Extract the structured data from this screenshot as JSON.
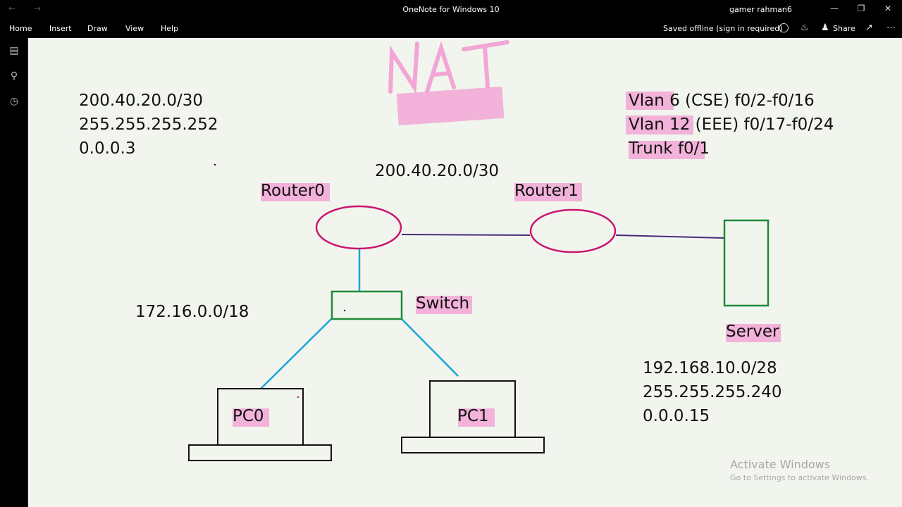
{
  "window": {
    "title": "OneNote for Windows 10",
    "user": "gamer rahman6"
  },
  "ribbon": {
    "tabs": [
      "Home",
      "Insert",
      "Draw",
      "View",
      "Help"
    ],
    "status": "Saved offline (sign in required)",
    "share_label": "Share"
  },
  "note": {
    "heading": "NAT",
    "wan_block": [
      "200.40.20.0/30",
      "255.255.255.252",
      "0.0.0.3"
    ],
    "vlan_lines": [
      "Vlan 6 (CSE) f0/2-f0/16",
      "Vlan 12 (EEE) f0/17-f0/24",
      "Trunk f0/1"
    ],
    "link_network": "200.40.20.0/30",
    "router0": "Router0",
    "router1": "Router1",
    "switch": "Switch",
    "server": "Server",
    "lan_network": "172.16.0.0/18",
    "server_block": [
      "192.168.10.0/28",
      "255.255.255.240",
      "0.0.0.15"
    ],
    "pc0": "PC0",
    "pc1": "PC1"
  },
  "watermark": {
    "title": "Activate Windows",
    "subtitle": "Go to Settings to activate Windows."
  },
  "colors": {
    "router": "#c8176f",
    "switch": "#1f8a3a",
    "link": "#4a2a7a",
    "cable": "#1aa5d8",
    "highlight": "#f3a6d6"
  },
  "icons": [
    "back-arrow-icon",
    "forward-arrow-icon",
    "minimize-icon",
    "restore-icon",
    "close-icon",
    "lightbulb-icon",
    "bell-icon",
    "share-icon",
    "expand-icon",
    "more-icon",
    "notebooks-icon",
    "search-icon",
    "recent-icon"
  ]
}
